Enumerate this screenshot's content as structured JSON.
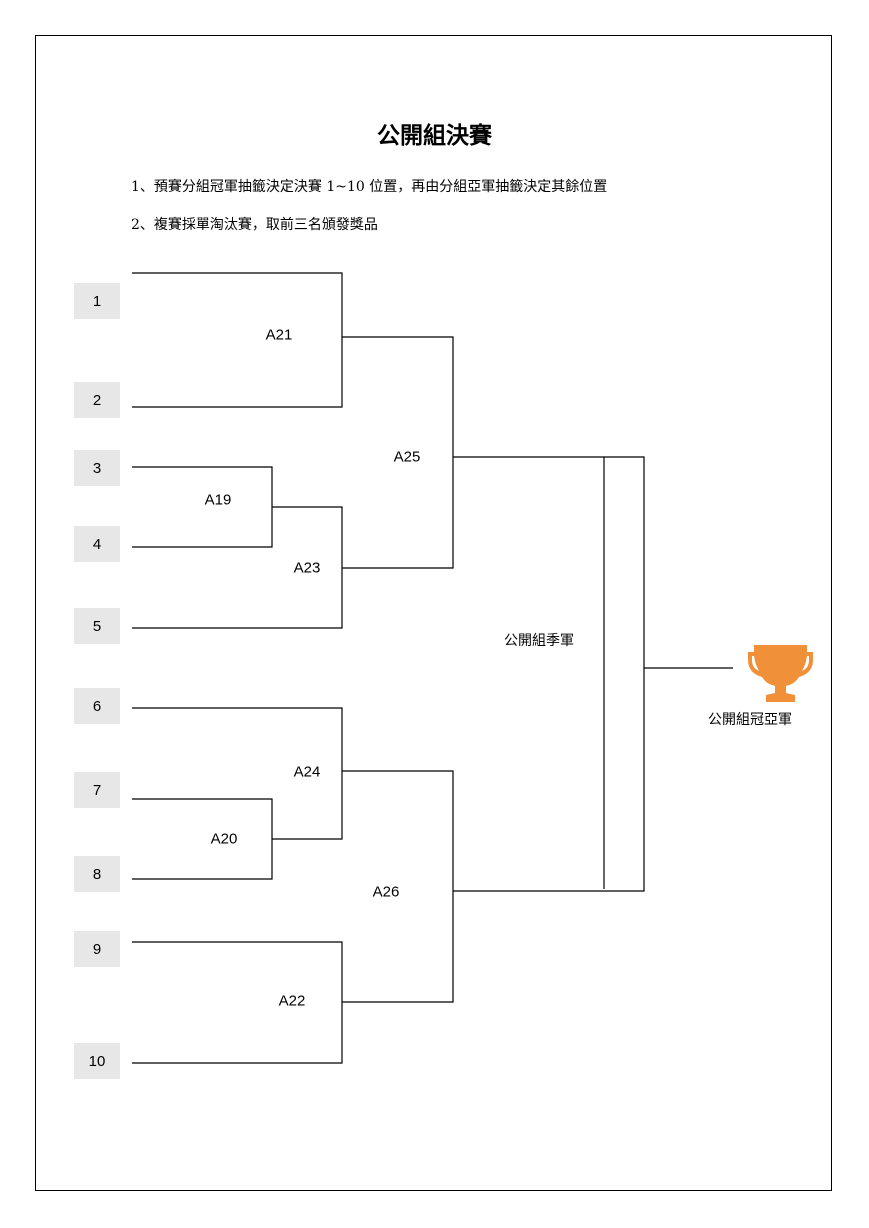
{
  "title": "公開組決賽",
  "notes": [
    "1、預賽分組冠軍抽籤決定決賽 1~10 位置，再由分組亞軍抽籤決定其餘位置",
    "2、複賽採單淘汰賽，取前三名頒發獎品"
  ],
  "seeds": [
    "1",
    "2",
    "3",
    "4",
    "5",
    "6",
    "7",
    "8",
    "9",
    "10"
  ],
  "matches": {
    "a19": "A19",
    "a20": "A20",
    "a21": "A21",
    "a22": "A22",
    "a23": "A23",
    "a24": "A24",
    "a25": "A25",
    "a26": "A26"
  },
  "third_place_label": "公開組季軍",
  "champion_label": "公開組冠亞軍",
  "trophy_icon": "trophy-icon",
  "colors": {
    "trophy": "#f0913a",
    "seed_box": "#e7e7e7"
  }
}
